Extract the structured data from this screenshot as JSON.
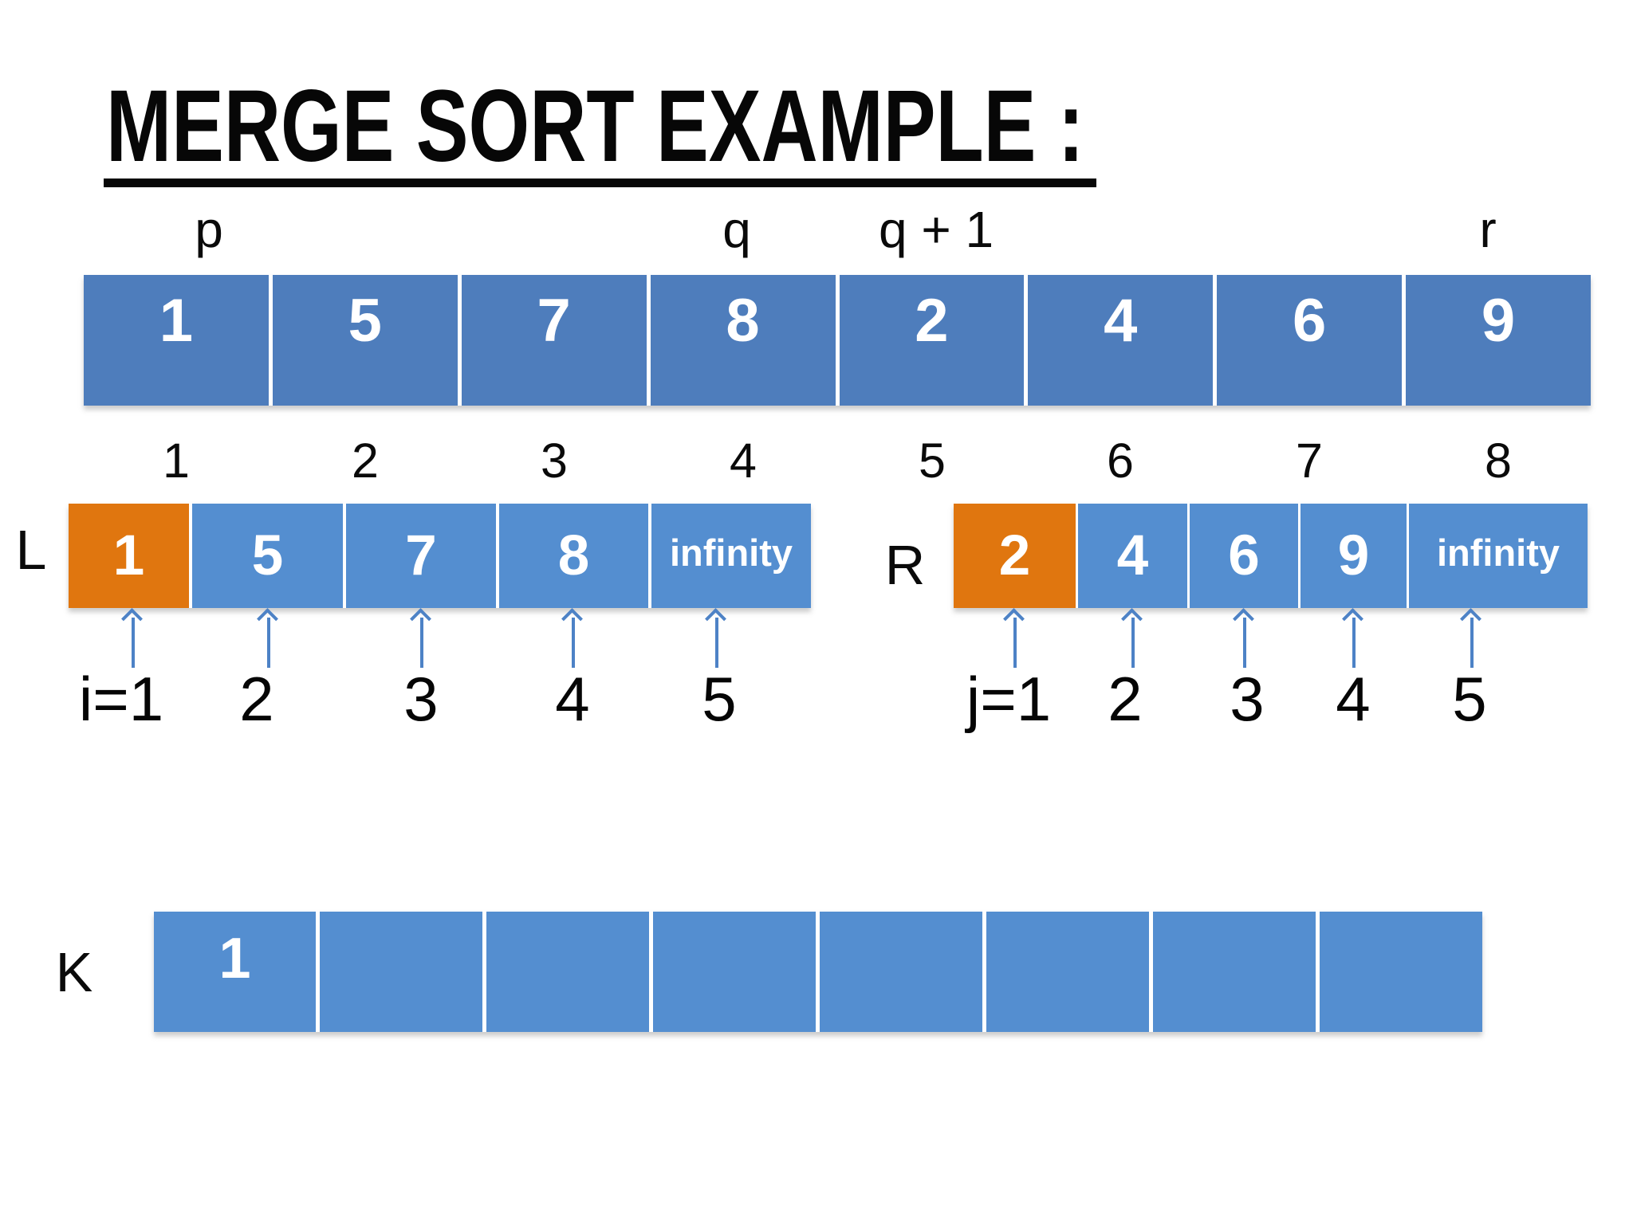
{
  "slide": {
    "title": "MERGE SORT EXAMPLE :",
    "region_labels": {
      "p": "p",
      "q": "q",
      "q1": "q + 1",
      "r": "r"
    },
    "main_array": [
      "1",
      "5",
      "7",
      "8",
      "2",
      "4",
      "6",
      "9"
    ],
    "index_labels": [
      "1",
      "2",
      "3",
      "4",
      "5",
      "6",
      "7",
      "8"
    ],
    "L": {
      "label": "L",
      "cells": [
        "1",
        "5",
        "7",
        "8",
        "infinity"
      ]
    },
    "R": {
      "label": "R",
      "cells": [
        "2",
        "4",
        "6",
        "9",
        "infinity"
      ]
    },
    "i_pointer_labels": [
      "i=1",
      "2",
      "3",
      "4",
      "5"
    ],
    "j_pointer_labels": [
      "j=1",
      "2",
      "3",
      "4",
      "5"
    ],
    "K": {
      "label": "K",
      "cells": [
        "1",
        "",
        "",
        "",
        "",
        "",
        "",
        ""
      ]
    },
    "colors": {
      "main_array_blue": "#4e7dbc",
      "sub_array_blue": "#548ed0",
      "highlight_orange": "#e0760f",
      "arrow_blue": "#4d82c6",
      "text_black": "#0a0a0a",
      "background": "#ffffff"
    }
  }
}
